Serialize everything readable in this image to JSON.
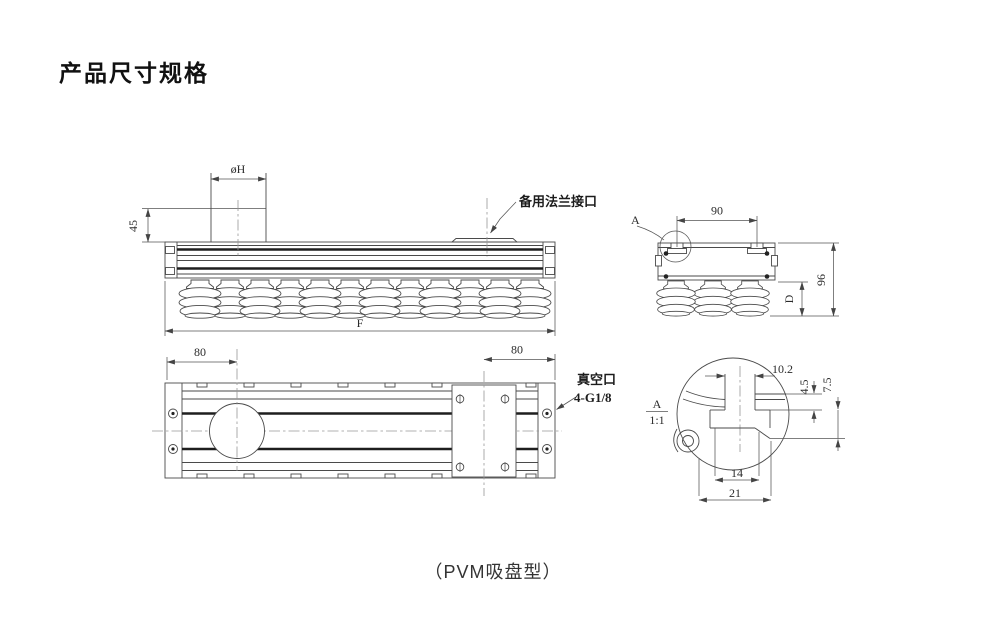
{
  "page": {
    "title": "产品尺寸规格",
    "caption": "（PVM吸盘型）"
  },
  "colors": {
    "line": "#4a4a4a",
    "dark_band": "#1e1e1e",
    "text": "#2b2b2b"
  },
  "front_view": {
    "dim_flange_diameter": "øH",
    "dim_flange_height": "45",
    "dim_total_length": "F",
    "label_spare_flange": "备用法兰接口"
  },
  "side_view": {
    "dim_slot_spacing": "90",
    "dim_total_height": "96",
    "dim_cup_height": "D",
    "label_detail_marker": "A"
  },
  "plan_view": {
    "dim_left_offset": "80",
    "dim_right_offset": "80",
    "label_vacuum_port_line1": "真空口",
    "label_vacuum_port_line2": "4-G1/8",
    "detail_ref_letter": "A",
    "detail_ref_scale": "1:1"
  },
  "detail_view": {
    "dim_slot_opening": "10.2",
    "dim_neck_depth": "4.5",
    "dim_slot_depth": "7.5",
    "dim_cavity_width": "14",
    "dim_outer_width": "21"
  }
}
